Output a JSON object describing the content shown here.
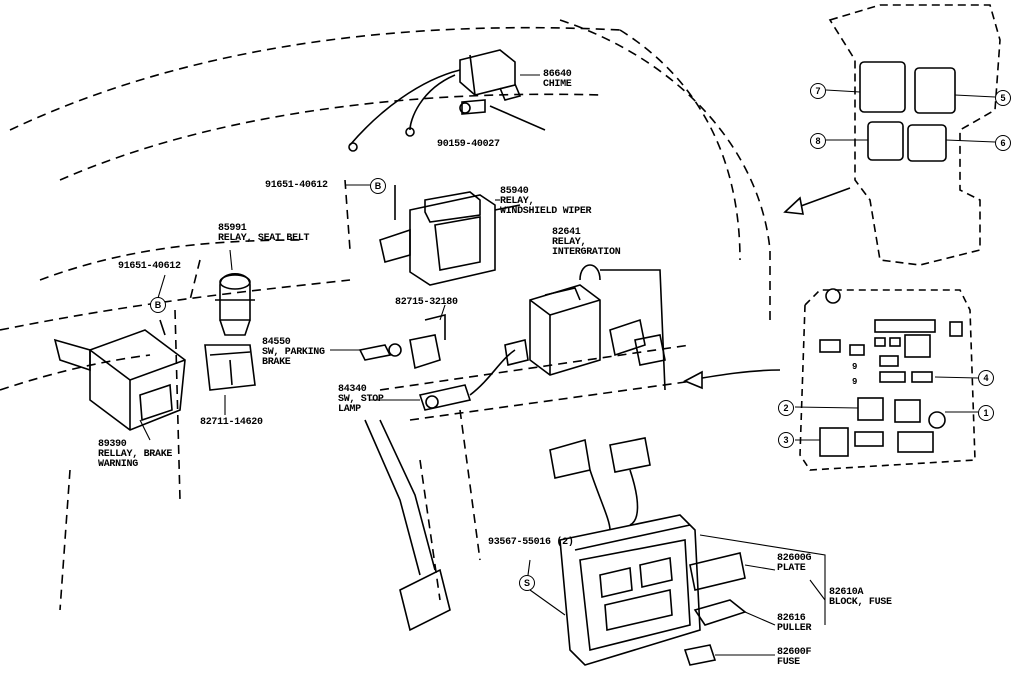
{
  "parts": {
    "chime": {
      "num": "86640",
      "name": "CHIME"
    },
    "bolt": {
      "num": "90159-40027"
    },
    "bolt_b_top": {
      "num": "91651-40612"
    },
    "wiper_relay": {
      "num": "85940",
      "name1": "RELAY,",
      "name2": "WINDSHIELD WIPER"
    },
    "seat_belt_relay": {
      "num": "85991",
      "name": "RELAY, SEAT BELT"
    },
    "integration_relay": {
      "num": "82641",
      "name1": "RELAY,",
      "name2": "INTERGRATION"
    },
    "bolt_b_left": {
      "num": "91651-40612"
    },
    "connector_82715": {
      "num": "82715-32180"
    },
    "parking_brake_sw": {
      "num": "84550",
      "name1": "SW, PARKING",
      "name2": "BRAKE"
    },
    "connector_82711": {
      "num": "82711-14620"
    },
    "stop_lamp_sw": {
      "num": "84340",
      "name1": "SW, STOP",
      "name2": "LAMP"
    },
    "brake_warning_relay": {
      "num": "89390",
      "name1": "RELLAY, BRAKE",
      "name2": "WARNING"
    },
    "screw": {
      "num": "93567-55016 (2)"
    },
    "plate": {
      "num": "82600G",
      "name": "PLATE"
    },
    "fuse_block": {
      "num": "82610A",
      "name": "BLOCK, FUSE"
    },
    "puller": {
      "num": "82616",
      "name": "PULLER"
    },
    "fuse": {
      "num": "82600F",
      "name": "FUSE"
    }
  },
  "markers": {
    "b": "B",
    "s": "S"
  },
  "callouts": {
    "c1": "1",
    "c2": "2",
    "c3": "3",
    "c4": "4",
    "c5": "5",
    "c6": "6",
    "c7": "7",
    "c8": "8",
    "c9a": "9",
    "c9b": "9"
  }
}
